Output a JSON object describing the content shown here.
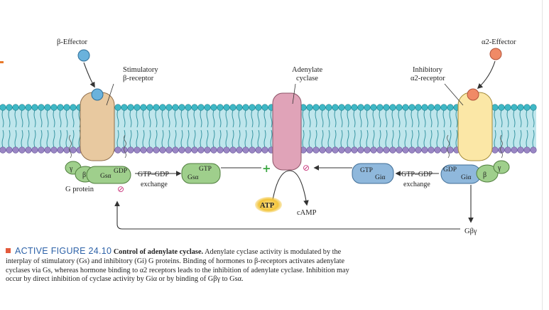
{
  "labels": {
    "beta_effector": "β-Effector",
    "alpha2_effector": "α2-Effector",
    "stim_receptor_1": "Stimulatory",
    "stim_receptor_2": "β-receptor",
    "adenylate_1": "Adenylate",
    "adenylate_2": "cyclase",
    "inhib_receptor_1": "Inhibitory",
    "inhib_receptor_2": "α2-receptor",
    "gtp_gdp_left_1": "GTP–GDP",
    "gtp_gdp_left_2": "exchange",
    "gtp_gdp_right_1": "GTP–GDP",
    "gtp_gdp_right_2": "exchange",
    "g_protein": "G protein",
    "atp": "ATP",
    "camp": "cAMP",
    "g_beta_gamma": "Gβγ"
  },
  "subunits": {
    "gamma": "γ",
    "beta": "β",
    "g_s_alpha": "Gsα",
    "g_i_alpha": "Giα",
    "gdp": "GDP",
    "gtp": "GTP"
  },
  "signs": {
    "plus": "+",
    "inhibit": "⊘"
  },
  "caption": {
    "tag": "ACTIVE FIGURE 24.10",
    "title": "Control of adenylate cyclase.",
    "body": "Adenylate cyclase activity is modulated by the interplay of stimulatory (Gs) and inhibitory (Gi) G proteins. Binding of hormones to β-receptors activates adenylate cyclases via Gs, whereas hormone binding to α2 receptors leads to the inhibition of adenylate cyclase. Inhibition may occur by direct inhibition of cyclase activity by Giα or by binding of Gβγ to Gsα."
  },
  "colors": {
    "membrane_head": "#3fb8c6",
    "membrane_tail": "#2a8d9a",
    "membrane_lower_head": "#9a86c4",
    "stim_receptor": "#e8c9a0",
    "inhib_receptor": "#fbe7a6",
    "adenylate_cyclase": "#e0a3b8",
    "g_protein_green": "#9fcf8c",
    "gi_blue": "#8fb8dc",
    "beta_effector": "#6ab2dc",
    "alpha_effector": "#f08a66",
    "atp": "#f2c43a",
    "caption_tag": "#2d62a8"
  }
}
